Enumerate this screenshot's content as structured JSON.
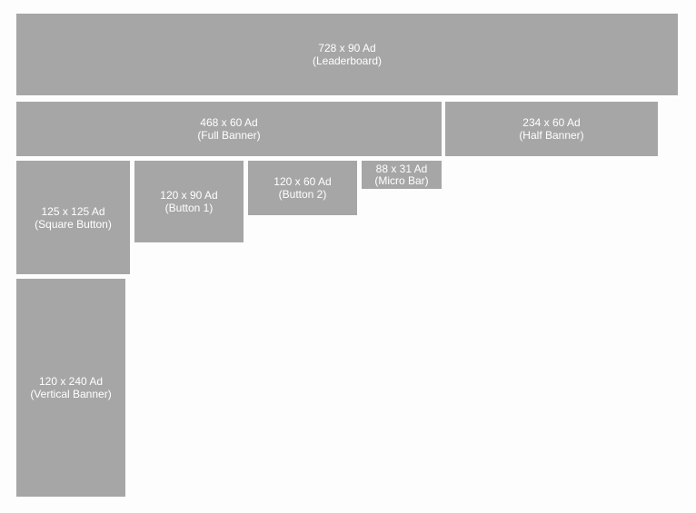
{
  "colors": {
    "background": "#fdfdfd",
    "ad_fill": "#a6a6a6",
    "ad_text": "#ffffff"
  },
  "ads": {
    "leaderboard": {
      "size": "728 x 90 Ad",
      "name": "(Leaderboard)"
    },
    "full_banner": {
      "size": "468 x 60 Ad",
      "name": "(Full Banner)"
    },
    "half_banner": {
      "size": "234 x 60 Ad",
      "name": "(Half Banner)"
    },
    "square_button": {
      "size": "125 x 125 Ad",
      "name": "(Square Button)"
    },
    "button_1": {
      "size": "120 x 90 Ad",
      "name": "(Button 1)"
    },
    "button_2": {
      "size": "120 x 60 Ad",
      "name": "(Button 2)"
    },
    "micro_bar": {
      "size": "88 x 31 Ad",
      "name": "(Micro Bar)"
    },
    "vertical_banner": {
      "size": "120 x 240 Ad",
      "name": "(Vertical Banner)"
    }
  }
}
